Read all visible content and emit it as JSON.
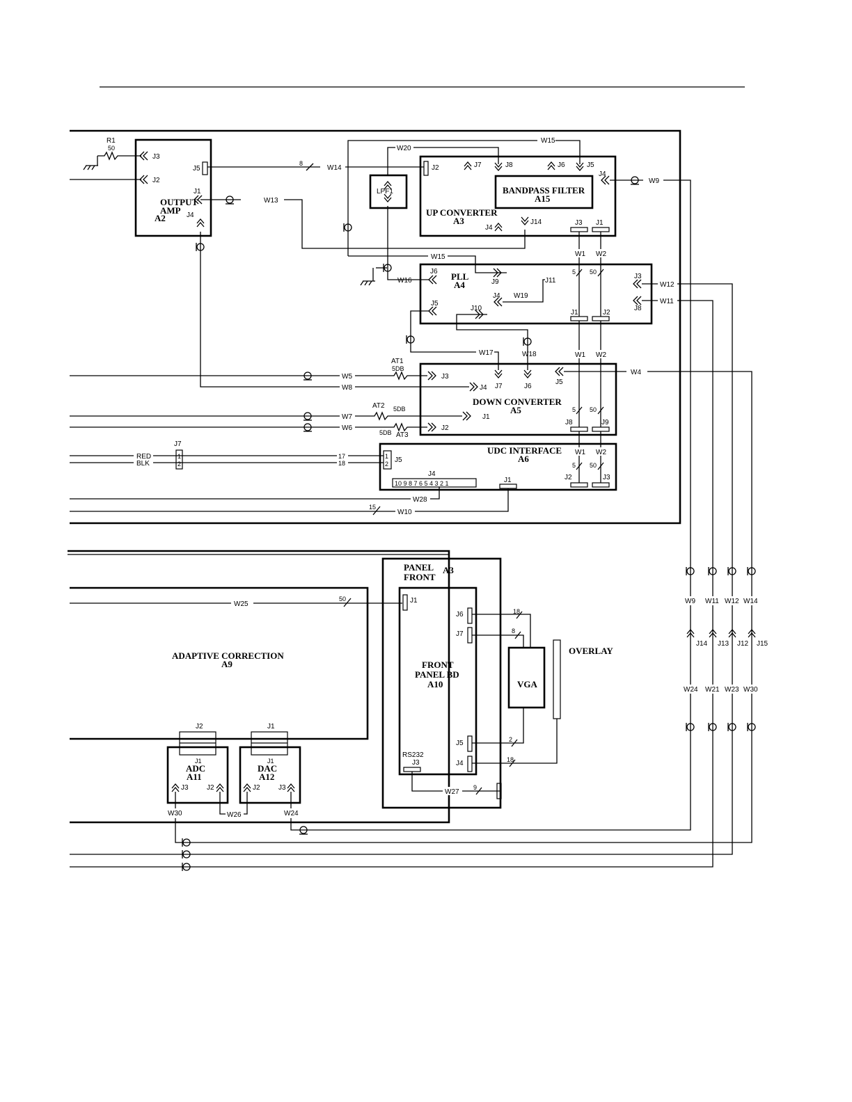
{
  "modules": {
    "output_amp": {
      "name_line1": "OUTPUT",
      "name_line2": "AMP",
      "ref": "A2",
      "j1": "J1",
      "j2": "J2",
      "j3": "J3",
      "j4": "J4",
      "j5": "J5"
    },
    "lpf": {
      "name": "LPF1"
    },
    "up_converter": {
      "name": "UP CONVERTER",
      "ref": "A3",
      "j1": "J1",
      "j2": "J2",
      "j3": "J3",
      "j4a": "J4",
      "j4b": "J4",
      "j5": "J5",
      "j6": "J6",
      "j7": "J7",
      "j8": "J8",
      "j14": "J14"
    },
    "bandpass_filter": {
      "name": "BANDPASS FILTER",
      "ref": "A15"
    },
    "pll": {
      "name": "PLL",
      "ref": "A4",
      "j1": "J1",
      "j2": "J2",
      "j3": "J3",
      "j4": "J4",
      "j5": "J5",
      "j6": "J6",
      "j8": "J8",
      "j9": "J9",
      "j10": "J10",
      "j11": "J11"
    },
    "down_converter": {
      "name": "DOWN CONVERTER",
      "ref": "A5",
      "j1": "J1",
      "j2": "J2",
      "j3": "J3",
      "j4": "J4",
      "j5": "J5",
      "j6": "J6",
      "j7": "J7",
      "j8": "J8",
      "j9": "J9"
    },
    "udc_interface": {
      "name": "UDC INTERFACE",
      "ref": "A6",
      "j1": "J1",
      "j2": "J2",
      "j3": "J3",
      "j4": "J4",
      "j5": "J5",
      "pins": "10 9 8 7 6 5 4 3 2 1"
    },
    "adaptive_correction": {
      "name": "ADAPTIVE CORRECTION",
      "ref": "A9",
      "j1": "J1",
      "j2": "J2"
    },
    "adc": {
      "name": "ADC",
      "ref": "A11",
      "j1": "J1",
      "j2": "J2",
      "j3": "J3"
    },
    "dac": {
      "name": "DAC",
      "ref": "A12",
      "j1": "J1",
      "j2": "J2",
      "j3": "J3"
    },
    "front_panel": {
      "name_line1": "PANEL",
      "name_line2": "FRONT",
      "ref": "A3"
    },
    "front_panel_bd": {
      "name_line1": "FRONT",
      "name_line2": "PANEL BD",
      "ref": "A10",
      "j1": "J1",
      "j3": "J3",
      "j4": "J4",
      "j5": "J5",
      "j6": "J6",
      "j7": "J7",
      "rs232": "RS232"
    },
    "vga": {
      "name": "VGA"
    },
    "overlay": {
      "name": "OVERLAY"
    }
  },
  "components": {
    "r1": {
      "ref": "R1",
      "value": "50"
    },
    "at1": {
      "ref": "AT1",
      "value": "5DB"
    },
    "at2": {
      "ref": "AT2",
      "value": "5DB"
    },
    "at3": {
      "ref": "AT3",
      "value": "5DB"
    },
    "j7_conn": {
      "ref": "J7",
      "p1": "1",
      "p2": "2"
    },
    "j5_conn": {
      "p1": "1",
      "p2": "2"
    }
  },
  "wires": {
    "w1": "W1",
    "w2": "W2",
    "w4": "W4",
    "w5": "W5",
    "w6": "W6",
    "w7": "W7",
    "w8": "W8",
    "w9": "W9",
    "w10": "W10",
    "w11": "W11",
    "w12": "W12",
    "w13": "W13",
    "w14": "W14",
    "w15": "W15",
    "w16": "W16",
    "w17": "W17",
    "w18": "W18",
    "w19": "W19",
    "w20": "W20",
    "w21": "W21",
    "w23": "W23",
    "w24": "W24",
    "w25": "W25",
    "w26": "W26",
    "w27": "W27",
    "w28": "W28",
    "w30": "W30",
    "red": "RED",
    "blk": "BLK"
  },
  "counts": {
    "c8": "8",
    "c5": "5",
    "c50": "50",
    "c17": "17",
    "c18": "18",
    "c15": "15",
    "c9": "9",
    "c2": "2"
  },
  "bus_jacks": {
    "j12": "J12",
    "j13": "J13",
    "j14": "J14",
    "j15": "J15"
  }
}
